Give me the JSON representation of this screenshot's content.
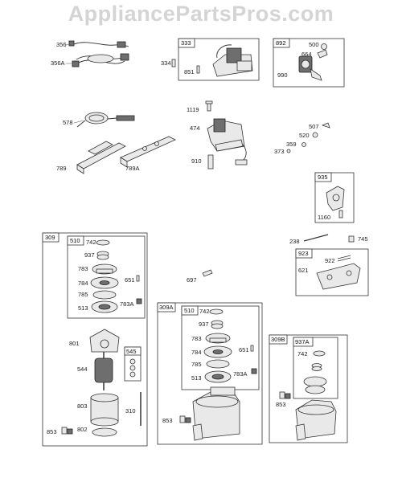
{
  "watermark": "AppliancePartsPros.com",
  "groups": {
    "g333": "333",
    "g892": "892",
    "g935": "935",
    "g923": "923",
    "g309": "309",
    "g510a": "510",
    "g545": "545",
    "g309A": "309A",
    "g510b": "510",
    "g309B": "309B",
    "g937A": "937A"
  },
  "labels": {
    "p356": "356",
    "p356A": "356A",
    "p334": "334",
    "p851": "851",
    "p500": "500",
    "p664": "664",
    "p990": "990",
    "p578": "578",
    "p789": "789",
    "p789A": "789A",
    "p1119": "1119",
    "p474": "474",
    "p910": "910",
    "p507": "507",
    "p520": "520",
    "p359": "359",
    "p373": "373",
    "p1160": "1160",
    "p238": "238",
    "p745": "745",
    "p922": "922",
    "p621": "621",
    "p697": "697",
    "a742": "742",
    "a937": "937",
    "a783": "783",
    "a784": "784",
    "a651": "651",
    "a785": "785",
    "a513": "513",
    "a783A": "783A",
    "a801": "801",
    "a544": "544",
    "a803": "803",
    "a310": "310",
    "a802": "802",
    "a853": "853",
    "b742": "742",
    "b937": "937",
    "b783": "783",
    "b784": "784",
    "b651": "651",
    "b785": "785",
    "b513": "513",
    "b783A": "783A",
    "b853": "853",
    "c742": "742",
    "c853": "853"
  }
}
